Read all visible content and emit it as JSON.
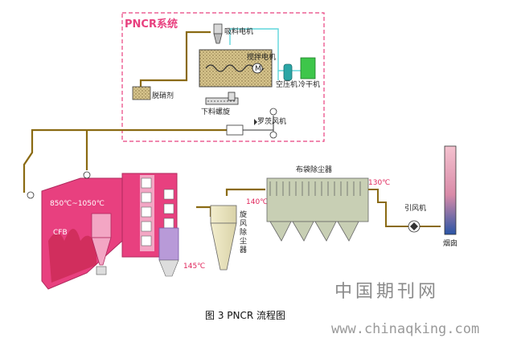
{
  "pncr_box": {
    "title": "PNCR系统"
  },
  "labels": {
    "suction_motor": "吸料电机",
    "stir_motor": "搅拌电机",
    "denox_agent": "脱硝剂",
    "air_compressor": "空压机",
    "dryer": "冷干机",
    "feed_screw": "下料螺旋",
    "roots_blower": "罗茨风机",
    "cfb": "CFB",
    "furnace_temp": "850℃~1050℃",
    "temp_145": "145℃",
    "temp_140": "140℃",
    "temp_130": "130℃",
    "cyclone": "旋风除尘器",
    "baghouse": "布袋除尘器",
    "id_fan": "引风机",
    "chimney": "烟囱"
  },
  "caption": "图 3 PNCR 流程图",
  "watermark": {
    "cn": "中国期刊网",
    "url": "www.chinaqking.com"
  },
  "colors": {
    "pipe": "#8a6a12",
    "pink": "#e8407f",
    "pink_light": "#f3a6c4",
    "cyan": "#5fd6dc",
    "gray_dust": "#c8cfb4",
    "chimney_top": "#f0b7c6",
    "chimney_bottom": "#2a5aa8"
  }
}
